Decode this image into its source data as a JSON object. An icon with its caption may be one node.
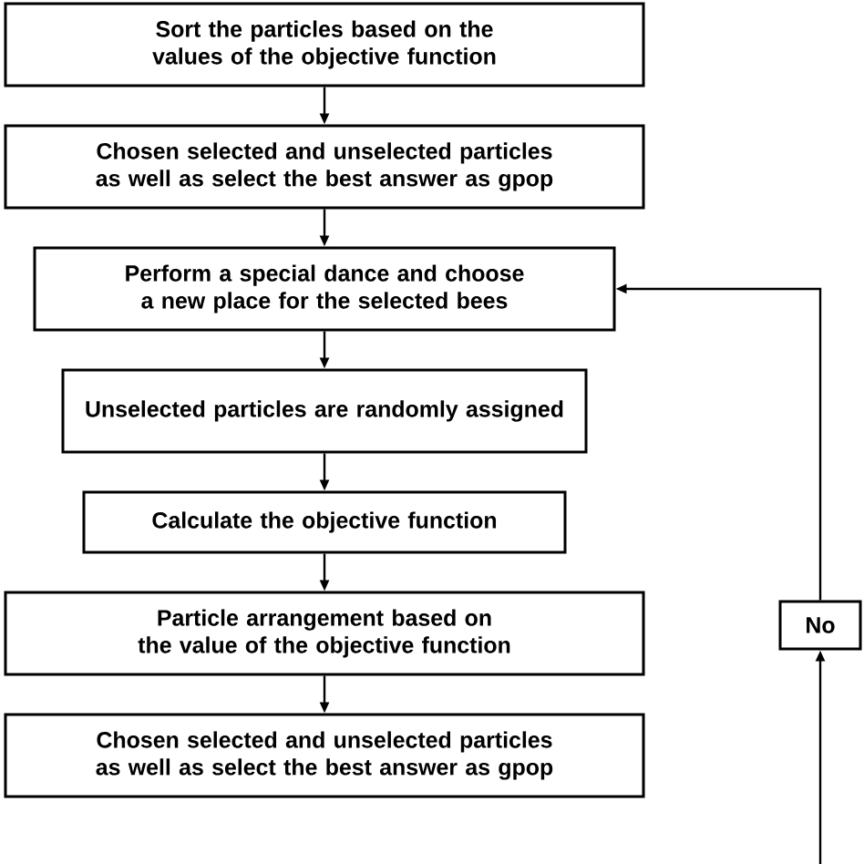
{
  "diagram": {
    "nodes": [
      {
        "text": [
          "Sort the particles based on the values of the objective function"
        ]
      },
      {
        "text": [
          "Chosen selected and unselected particles as well as select the best answer as gpop"
        ]
      },
      {
        "text": [
          "Perform a special dance and choose a new place for the selected bees"
        ]
      },
      {
        "text": [
          "Unselected particles are randomly assigned"
        ]
      },
      {
        "text": [
          "Calculate the objective function"
        ]
      },
      {
        "text": [
          "Particle arrangement based on the value of the objective function"
        ]
      },
      {
        "text": [
          "Chosen selected and unselected particles as well as select the best answer as gpop"
        ]
      },
      {
        "text": [
          "No"
        ]
      }
    ],
    "edges": [
      {
        "from": 0,
        "to": 1,
        "arrow": "to"
      },
      {
        "from": 1,
        "to": 2,
        "arrow": "to"
      },
      {
        "from": 2,
        "to": 3,
        "arrow": "to"
      },
      {
        "from": 3,
        "to": 4,
        "arrow": "to"
      },
      {
        "from": 4,
        "to": 5,
        "arrow": "to"
      },
      {
        "from": 5,
        "to": 6,
        "arrow": "to"
      },
      {
        "from": null,
        "to": 7,
        "arrow": "to"
      },
      {
        "from": 7,
        "to": 2,
        "arrow": "to"
      }
    ]
  }
}
